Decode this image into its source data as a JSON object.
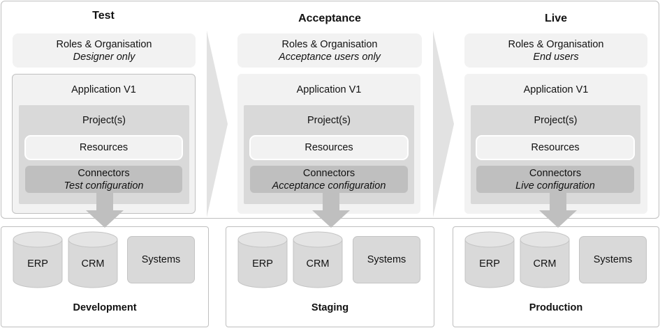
{
  "columns": [
    {
      "title": "Test",
      "roles_title": "Roles & Organisation",
      "roles_sub": "Designer only",
      "application": "Application V1",
      "projects": "Project(s)",
      "resources": "Resources",
      "connectors": "Connectors",
      "connectors_sub": "Test configuration"
    },
    {
      "title": "Acceptance",
      "roles_title": "Roles & Organisation",
      "roles_sub": "Acceptance users only",
      "application": "Application V1",
      "projects": "Project(s)",
      "resources": "Resources",
      "connectors": "Connectors",
      "connectors_sub": "Acceptance configuration"
    },
    {
      "title": "Live",
      "roles_title": "Roles & Organisation",
      "roles_sub": "End users",
      "application": "Application V1",
      "projects": "Project(s)",
      "resources": "Resources",
      "connectors": "Connectors",
      "connectors_sub": "Live configuration"
    }
  ],
  "environments": [
    {
      "name": "Development",
      "db1": "ERP",
      "db2": "CRM",
      "systems": "Systems"
    },
    {
      "name": "Staging",
      "db1": "ERP",
      "db2": "CRM",
      "systems": "Systems"
    },
    {
      "name": "Production",
      "db1": "ERP",
      "db2": "CRM",
      "systems": "Systems"
    }
  ],
  "colors": {
    "panel_light": "#f2f2f2",
    "panel_mid": "#d9d9d9",
    "panel_dark": "#bfbfbf",
    "arrow": "#bfbfbf",
    "chevron": "#e2e2e2",
    "border": "#bfbfbf"
  }
}
